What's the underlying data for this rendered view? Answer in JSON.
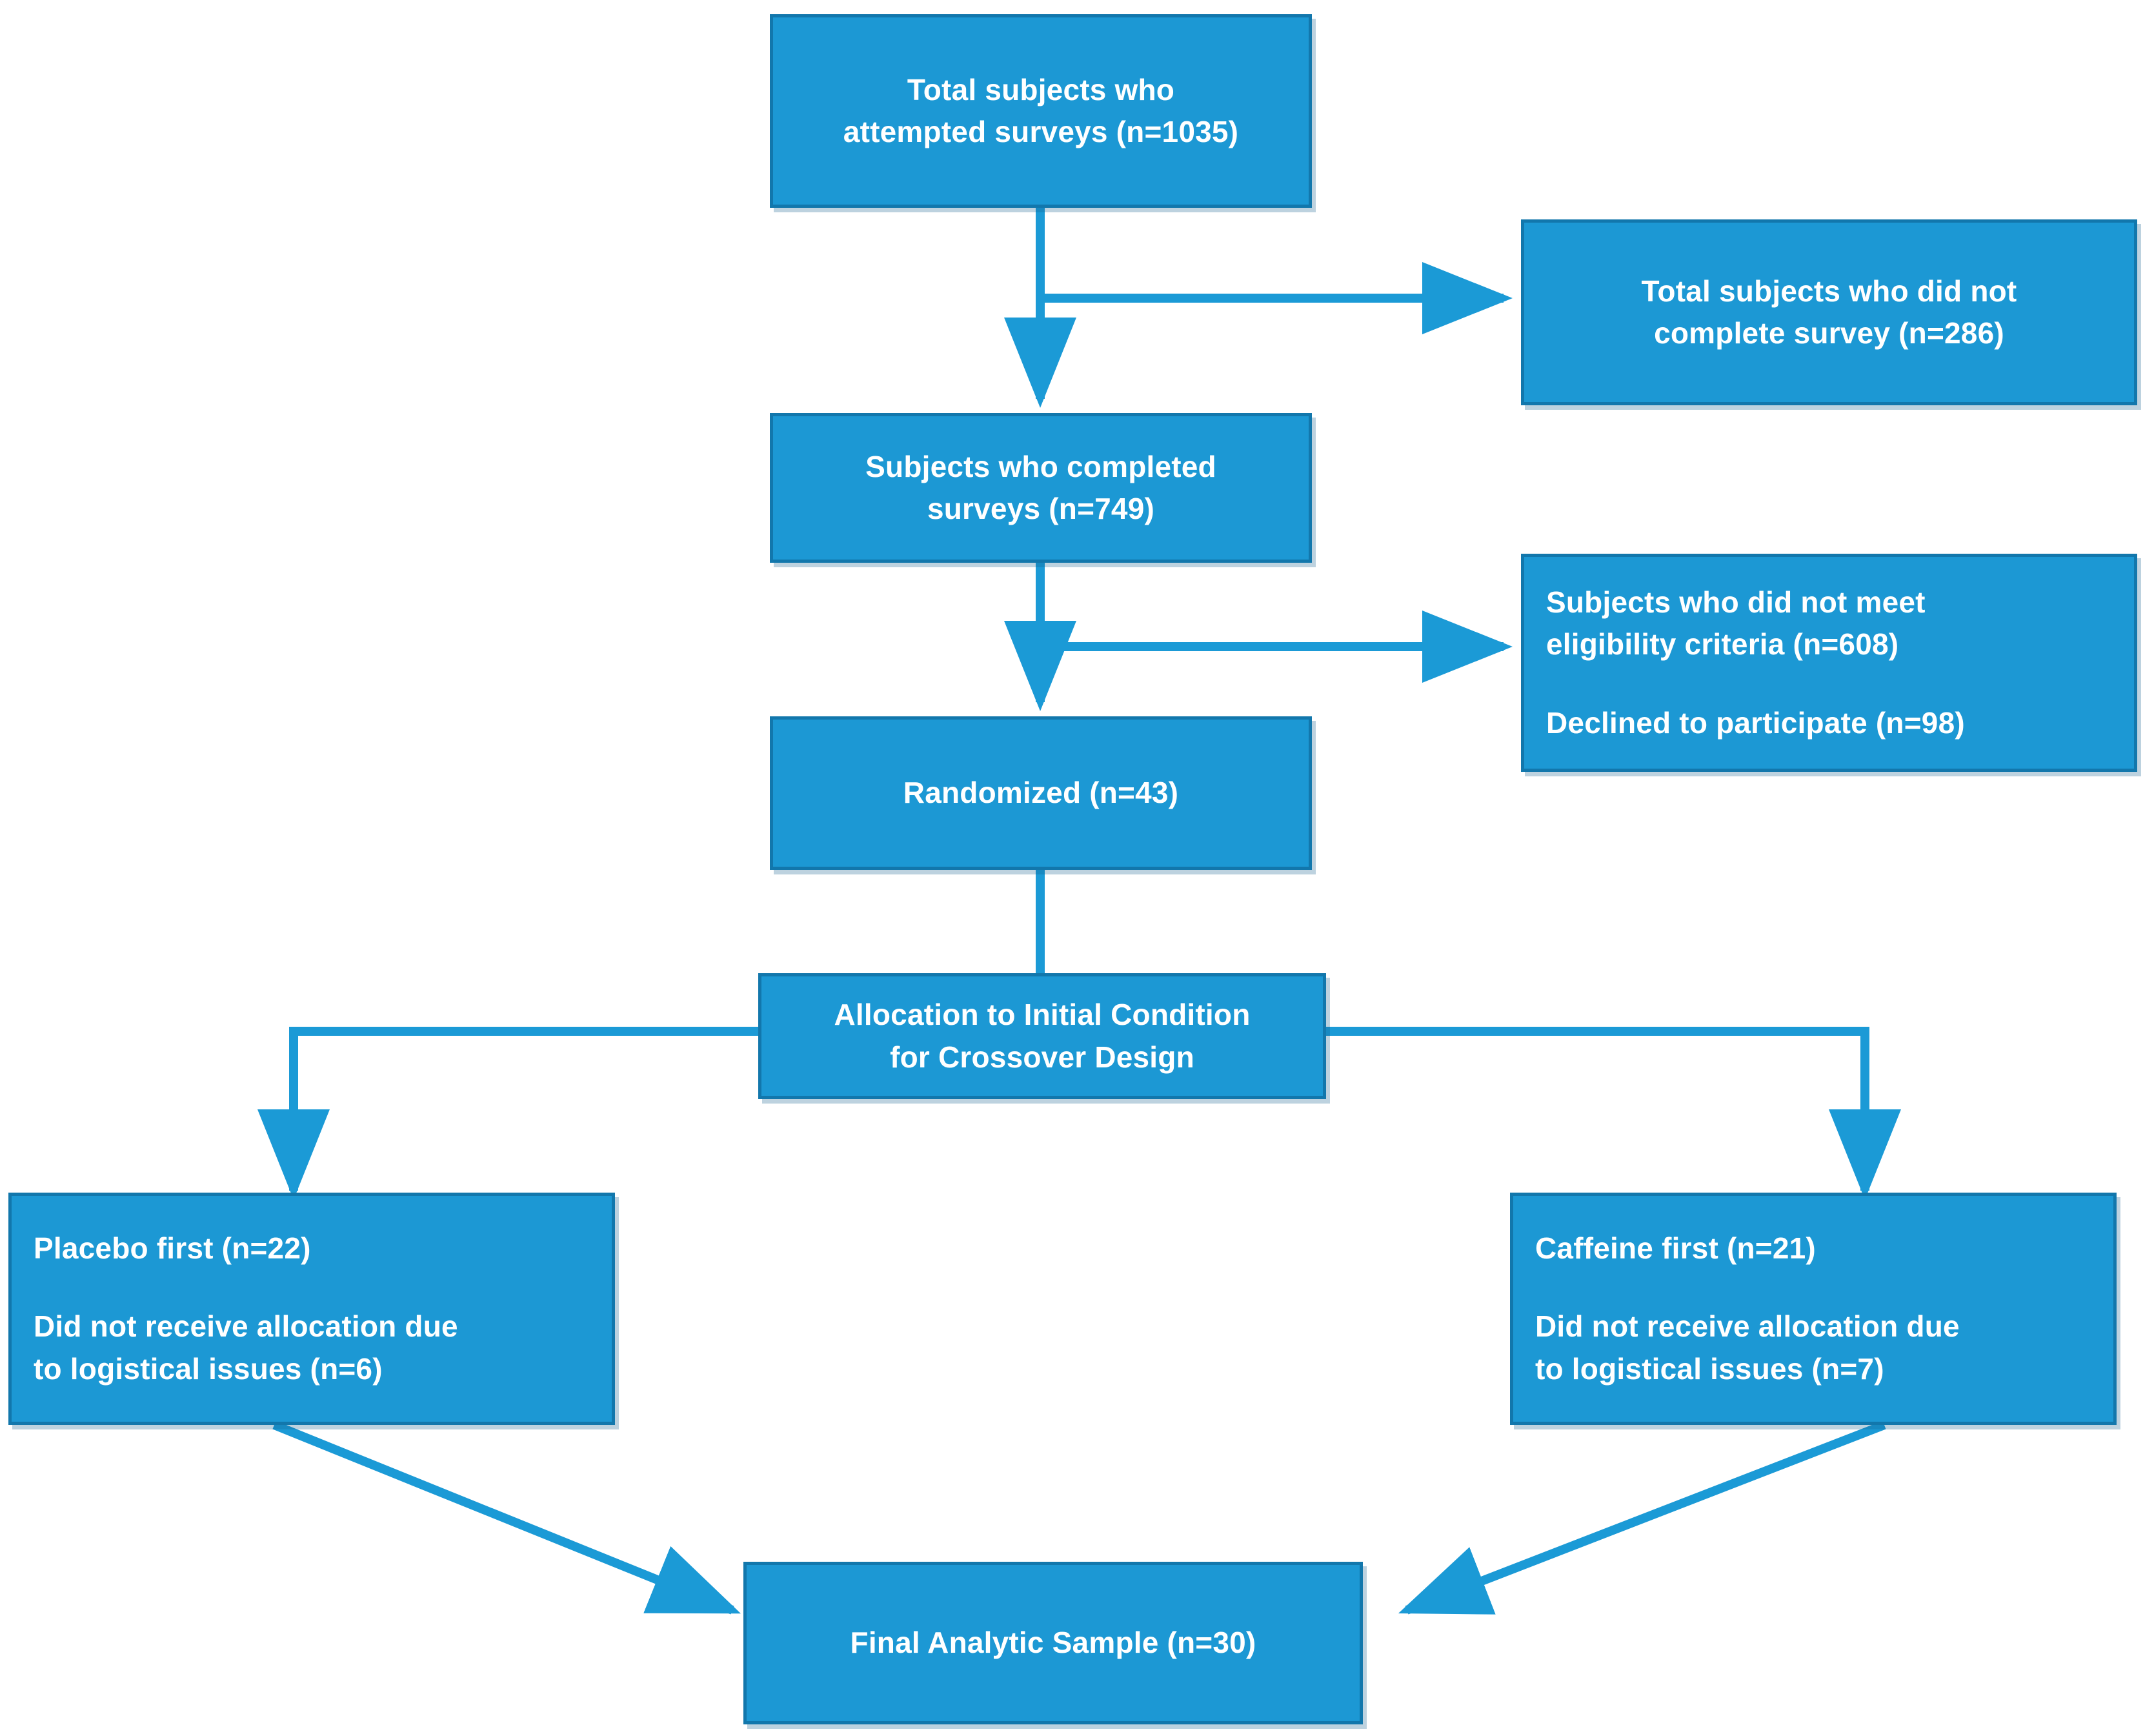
{
  "diagram": {
    "title": "CONSORT-style participant flow diagram",
    "colors": {
      "box_fill": "#1c98d4",
      "box_border": "#1277ac",
      "connector": "#1b9ad6",
      "text": "#ffffff",
      "background": "#ffffff"
    },
    "nodes": {
      "total_attempted": {
        "name": "total-subjects-attempted-surveys",
        "lines": [
          "Total subjects who",
          "attempted surveys (n=1035)"
        ],
        "count": 1035
      },
      "did_not_complete": {
        "name": "total-subjects-did-not-complete-survey",
        "lines": [
          "Total subjects who did not",
          "complete survey (n=286)"
        ],
        "count": 286
      },
      "completed": {
        "name": "subjects-completed-surveys",
        "lines": [
          "Subjects who completed",
          "surveys (n=749)"
        ],
        "count": 749
      },
      "excluded": {
        "name": "subjects-excluded",
        "paragraphs": [
          [
            "Subjects who did not meet",
            "eligibility criteria (n=608)"
          ],
          [
            "Declined to participate (n=98)"
          ]
        ],
        "not_eligible_count": 608,
        "declined_count": 98
      },
      "randomized": {
        "name": "randomized",
        "lines": [
          "Randomized (n=43)"
        ],
        "count": 43
      },
      "allocation": {
        "name": "allocation-to-initial-condition",
        "lines": [
          "Allocation to Initial Condition",
          "for Crossover Design"
        ]
      },
      "placebo_first": {
        "name": "placebo-first-arm",
        "paragraphs": [
          [
            "Placebo first (n=22)"
          ],
          [
            "Did not receive allocation due",
            "to logistical issues (n=6)"
          ]
        ],
        "allocated_count": 22,
        "not_received_count": 6
      },
      "caffeine_first": {
        "name": "caffeine-first-arm",
        "paragraphs": [
          [
            "Caffeine first (n=21)"
          ],
          [
            "Did not receive allocation due",
            "to logistical issues (n=7)"
          ]
        ],
        "allocated_count": 21,
        "not_received_count": 7
      },
      "final_sample": {
        "name": "final-analytic-sample",
        "lines": [
          "Final Analytic Sample (n=30)"
        ],
        "count": 30
      }
    },
    "edges": [
      {
        "from": "total_attempted",
        "to": "completed",
        "type": "vertical-arrow"
      },
      {
        "from": "total_attempted",
        "to": "did_not_complete",
        "type": "elbow-right-arrow"
      },
      {
        "from": "completed",
        "to": "randomized",
        "type": "vertical-arrow"
      },
      {
        "from": "completed",
        "to": "excluded",
        "type": "elbow-right-arrow"
      },
      {
        "from": "randomized",
        "to": "allocation",
        "type": "vertical-line"
      },
      {
        "from": "allocation",
        "to": "placebo_first",
        "type": "elbow-left-down-arrow"
      },
      {
        "from": "allocation",
        "to": "caffeine_first",
        "type": "elbow-right-down-arrow"
      },
      {
        "from": "placebo_first",
        "to": "final_sample",
        "type": "diagonal-arrow"
      },
      {
        "from": "caffeine_first",
        "to": "final_sample",
        "type": "diagonal-arrow"
      }
    ]
  }
}
